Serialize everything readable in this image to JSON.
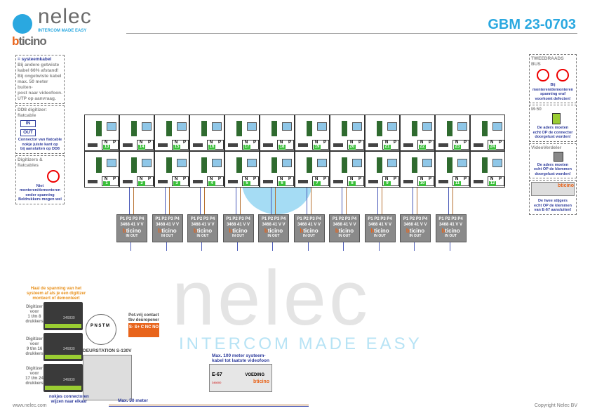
{
  "header": {
    "brand": "nelec",
    "tagline": "INTERCOM MADE EASY",
    "partner_b": "b",
    "partner_rest": "ticino",
    "doc_id": "GBM 23-0703"
  },
  "watermark": {
    "word": "nelec",
    "tagline": "INTERCOM MADE EASY"
  },
  "legend_left": {
    "cable": {
      "title": "= systeemkabel",
      "lines": [
        "Bij andere getwiste",
        "kabel 66% afstand!",
        "Bij ongetwiste kabel",
        "max. 50 meter buiten-",
        "post naar videofoon.",
        "UTP op aanvraag."
      ]
    },
    "flatcable": {
      "title": "DD8 digitizer: flatcable",
      "in": "IN",
      "out": "OUT",
      "note": [
        "Connector van flatcable",
        "nokje juiste kant op",
        "bij aansluiten op DD8"
      ]
    },
    "digitizers": {
      "title": "Digitizers & flatcables",
      "note": [
        "Niet monteren/demonteren",
        "onder spanning",
        "Beldrukkers mogen wel"
      ]
    }
  },
  "legend_right": {
    "bus": {
      "title": "TWEEDRAADS BUS",
      "note": [
        "Bij monteren/demonteren",
        "spanning eraf",
        "voorkomt defecten!"
      ]
    },
    "m50": {
      "title": "M-50",
      "note": [
        "De aders moeten",
        "echt OP de connector",
        "doorgelust worden!"
      ]
    },
    "vv": {
      "title": "VideoVerdeler",
      "note": [
        "De aders moeten",
        "echt OP de klemmen",
        "doorgelust worden!"
      ]
    },
    "e67": {
      "brand": "bticino",
      "note": [
        "De twee stijgers",
        "echt OP de klemmen",
        "van E-67 aansluiten!"
      ]
    }
  },
  "apartments": {
    "top": [
      "13",
      "14",
      "15",
      "16",
      "17",
      "18",
      "19",
      "20",
      "21",
      "22",
      "23",
      "24"
    ],
    "bottom": [
      "1",
      "2",
      "3",
      "4",
      "5",
      "6",
      "7",
      "8",
      "9",
      "10",
      "11",
      "12"
    ],
    "n": "N",
    "p": "P"
  },
  "distributors": {
    "count": 10,
    "ports": "P1 P2 P3 P4",
    "code": "3468 41",
    "vv": "V V",
    "brand_b": "b",
    "brand_rest": "ticino",
    "inout": "IN OUT"
  },
  "door": {
    "warning": [
      "Haal de spanning van het",
      "systeem af als je een digitizer",
      "monteert of demonteert"
    ],
    "digitizers": [
      {
        "label": [
          "Digitizer",
          "voor",
          "1 t/m 8",
          "drukkers"
        ],
        "code": "346830"
      },
      {
        "label": [
          "Digitizer",
          "voor",
          "9 t/m 16",
          "drukkers"
        ],
        "code": "346830"
      },
      {
        "label": [
          "Digitizer",
          "voor",
          "17 t/m 24",
          "drukkers"
        ],
        "code": "346830"
      }
    ],
    "terminals": [
      "P",
      "N",
      "S",
      "T",
      "M"
    ],
    "station": "DEURSTATION S-130V",
    "connectors_note": [
      "nokjes connectoren",
      "wijzen naar elkaar"
    ],
    "max50": "Max. 50 meter"
  },
  "relay": {
    "title": [
      "Pot.vrij contact",
      "tbv deuropener"
    ],
    "pins": "S- S+ C NC NO"
  },
  "supply": {
    "max100": [
      "Max. 100 meter systeem-",
      "kabel tot laatste videofoon"
    ],
    "model": "E-67",
    "label": "VOEDING",
    "brand": "bticino",
    "code": "346000"
  },
  "footer": {
    "url": "www.nelec.com",
    "copyright": "Copyright Nelec BV"
  },
  "colors": {
    "accent": "#2aa8e0",
    "bticino": "#e8641b",
    "label_blue": "#2e3c9c"
  }
}
